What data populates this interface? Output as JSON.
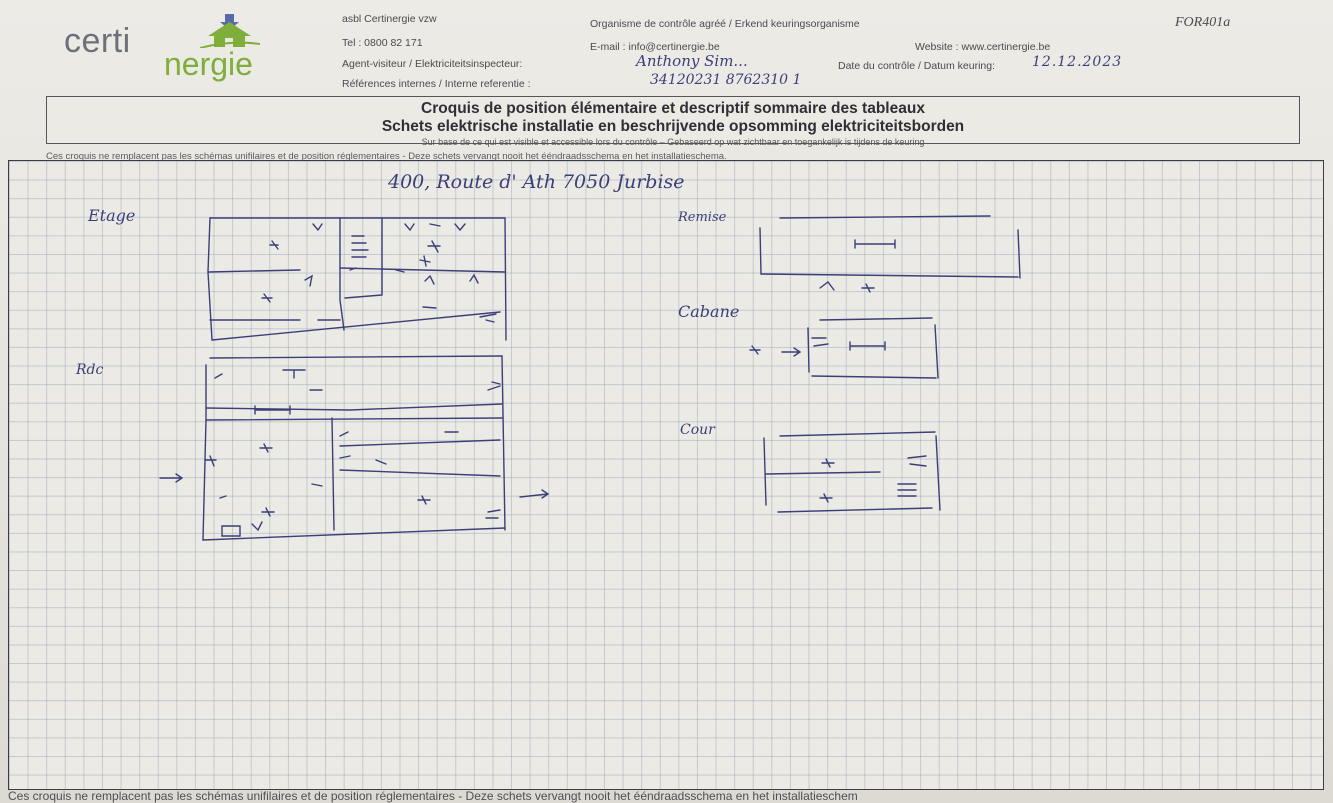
{
  "header": {
    "logo_part1": "certi",
    "logo_part2": "nergie",
    "org_name": "asbl Certinergie vzw",
    "approved_body": "Organisme de contrôle agréé / Erkend keuringsorganisme",
    "form_code": "FOR401a",
    "tel": "Tel : 0800 82 171",
    "email": "E-mail : info@certinergie.be",
    "website": "Website : www.certinergie.be",
    "inspector_label": "Agent-visiteur / Elektriciteitsinspecteur:",
    "inspector_value": "Anthony Sim...",
    "date_label": "Date du contrôle / Datum keuring:",
    "date_value": "12.12.2023",
    "ref_label": "Références internes / Interne referentie :",
    "ref_value": "34120231 8762310 1"
  },
  "title": {
    "line1": "Croquis de position élémentaire et descriptif sommaire des tableaux",
    "line2": "Schets elektrische installatie en beschrijvende opsomming elektriciteitsborden",
    "line3": "Sur base de ce qui est visible et accessible lors du contrôle – Gebaseerd op wat zichtbaar en toegankelijk is tijdens de keuring"
  },
  "notice": "Ces croquis ne remplacent pas les schémas unifilaires et de position réglementaires - Deze schets vervangt nooit het ééndraadsschema en het installatieschema.",
  "notice_bottom": "Ces croquis ne remplacent pas les schémas unifilaires et de position réglementaires - Deze schets vervangt nooit het ééndraadsschema en het installatieschem",
  "sketch": {
    "address": "400, Route d' Ath 7050 Jurbise",
    "labels": {
      "etage": "Etage",
      "rdc": "Rdc",
      "remise": "Remise",
      "cabane": "Cabane",
      "cour": "Cour"
    }
  },
  "colors": {
    "ink": "#3b3f78",
    "brand_green": "#7fae3a",
    "brand_grey": "#6d7078"
  }
}
